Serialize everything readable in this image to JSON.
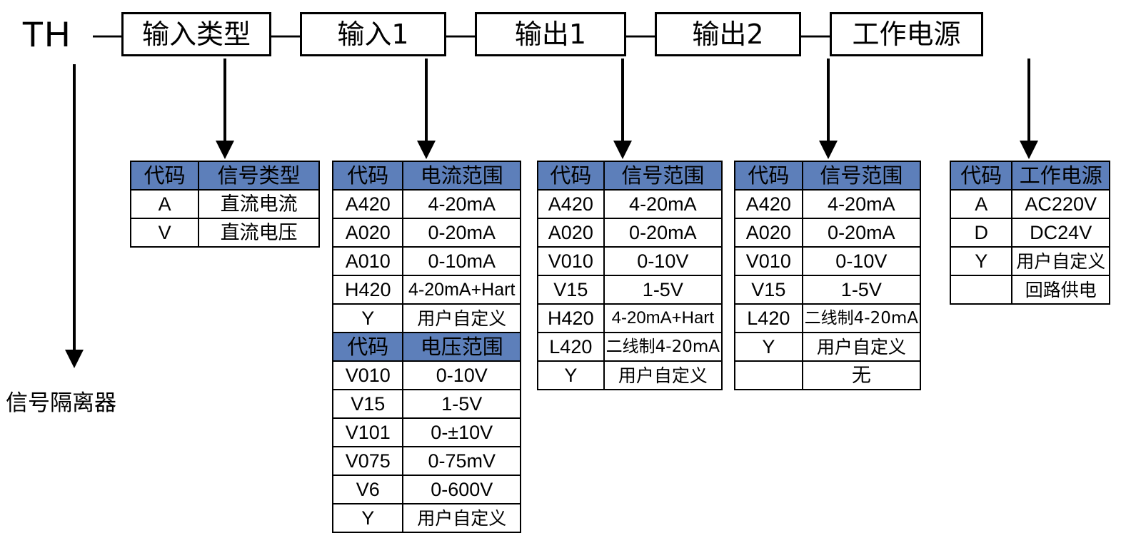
{
  "model_code": {
    "prefix": "TH",
    "separator": "—",
    "segments": [
      {
        "label": "输入类型"
      },
      {
        "label": "输入1"
      },
      {
        "label": "输出1"
      },
      {
        "label": "输出2"
      },
      {
        "label": "工作电源"
      }
    ]
  },
  "caption": "信号隔离器",
  "colors": {
    "header_blue": "#5d7fba",
    "line_black": "#000000",
    "background": "#ffffff"
  },
  "tables": [
    {
      "name": "input-type",
      "blocks": [
        {
          "headers": [
            "代码",
            "信号类型"
          ],
          "rows": [
            [
              "A",
              "直流电流"
            ],
            [
              "V",
              "直流电压"
            ]
          ]
        }
      ]
    },
    {
      "name": "input1",
      "blocks": [
        {
          "headers": [
            "代码",
            "电流范围"
          ],
          "rows": [
            [
              "A420",
              "4-20mA"
            ],
            [
              "A020",
              "0-20mA"
            ],
            [
              "A010",
              "0-10mA"
            ],
            [
              "H420",
              "4-20mA+Hart"
            ],
            [
              "Y",
              "用户自定义"
            ]
          ]
        },
        {
          "headers": [
            "代码",
            "电压范围"
          ],
          "rows": [
            [
              "V010",
              "0-10V"
            ],
            [
              "V15",
              "1-5V"
            ],
            [
              "V101",
              "0-±10V"
            ],
            [
              "V075",
              "0-75mV"
            ],
            [
              "V6",
              "0-600V"
            ],
            [
              "Y",
              "用户自定义"
            ]
          ]
        }
      ]
    },
    {
      "name": "output1",
      "blocks": [
        {
          "headers": [
            "代码",
            "信号范围"
          ],
          "rows": [
            [
              "A420",
              "4-20mA"
            ],
            [
              "A020",
              "0-20mA"
            ],
            [
              "V010",
              "0-10V"
            ],
            [
              "V15",
              "1-5V"
            ],
            [
              "H420",
              "4-20mA+Hart"
            ],
            [
              "L420",
              "二线制4-20mA"
            ],
            [
              "Y",
              "用户自定义"
            ]
          ]
        }
      ]
    },
    {
      "name": "output2",
      "blocks": [
        {
          "headers": [
            "代码",
            "信号范围"
          ],
          "rows": [
            [
              "A420",
              "4-20mA"
            ],
            [
              "A020",
              "0-20mA"
            ],
            [
              "V010",
              "0-10V"
            ],
            [
              "V15",
              "1-5V"
            ],
            [
              "L420",
              "二线制4-20mA"
            ],
            [
              "Y",
              "用户自定义"
            ],
            [
              "",
              "无"
            ]
          ]
        }
      ]
    },
    {
      "name": "power-supply",
      "blocks": [
        {
          "headers": [
            "代码",
            "工作电源"
          ],
          "rows": [
            [
              "A",
              "AC220V"
            ],
            [
              "D",
              "DC24V"
            ],
            [
              "Y",
              "用户自定义"
            ],
            [
              "",
              "回路供电"
            ]
          ]
        }
      ]
    }
  ]
}
